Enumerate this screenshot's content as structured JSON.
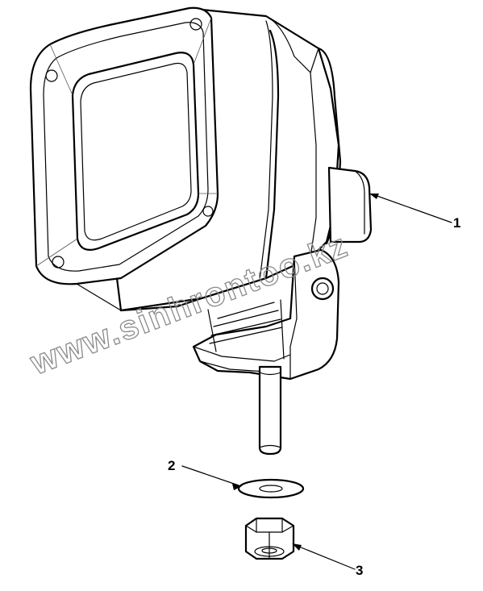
{
  "diagram": {
    "callouts": [
      {
        "id": "1",
        "label": "1",
        "part": "lamp-housing"
      },
      {
        "id": "2",
        "label": "2",
        "part": "washer"
      },
      {
        "id": "3",
        "label": "3",
        "part": "nut"
      }
    ],
    "watermark": "www.sinhrontoo.kz",
    "line_color": "#000000",
    "watermark_color": "#8a8a8a"
  }
}
